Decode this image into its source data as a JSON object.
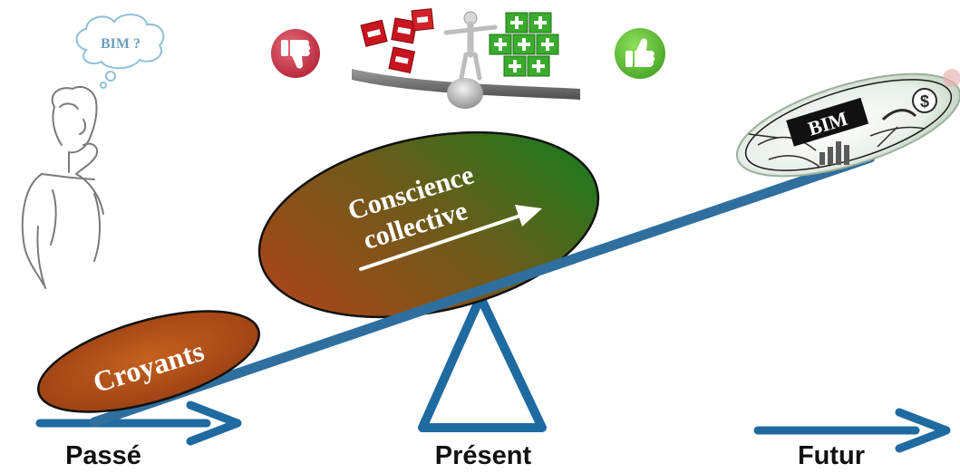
{
  "thought_bubble": {
    "text": "BIM ?"
  },
  "ellipses": {
    "believers": "Croyants",
    "collective_line1": "Conscience",
    "collective_line2": "collective",
    "bim_badge": "BIM"
  },
  "timeline": {
    "past": "Passé",
    "present": "Présent",
    "future": "Futur"
  },
  "colors": {
    "beam": "#2f6f9f",
    "arrow": "#1f6aa0",
    "believers_fill": "#b5511a",
    "collective_start": "#a8461a",
    "collective_end": "#1e7a1e",
    "thumb_down": "#c5384a",
    "thumb_up": "#5cb833",
    "minus_box": "#c8141e",
    "plus_box": "#3aab2c"
  },
  "icons": {
    "thinking_person": "thinking-person-sketch",
    "thumb_down": "thumbs-down-icon",
    "thumb_up": "thumbs-up-icon",
    "balance": "balance-scale-icon",
    "dollar": "dollar-icon"
  }
}
